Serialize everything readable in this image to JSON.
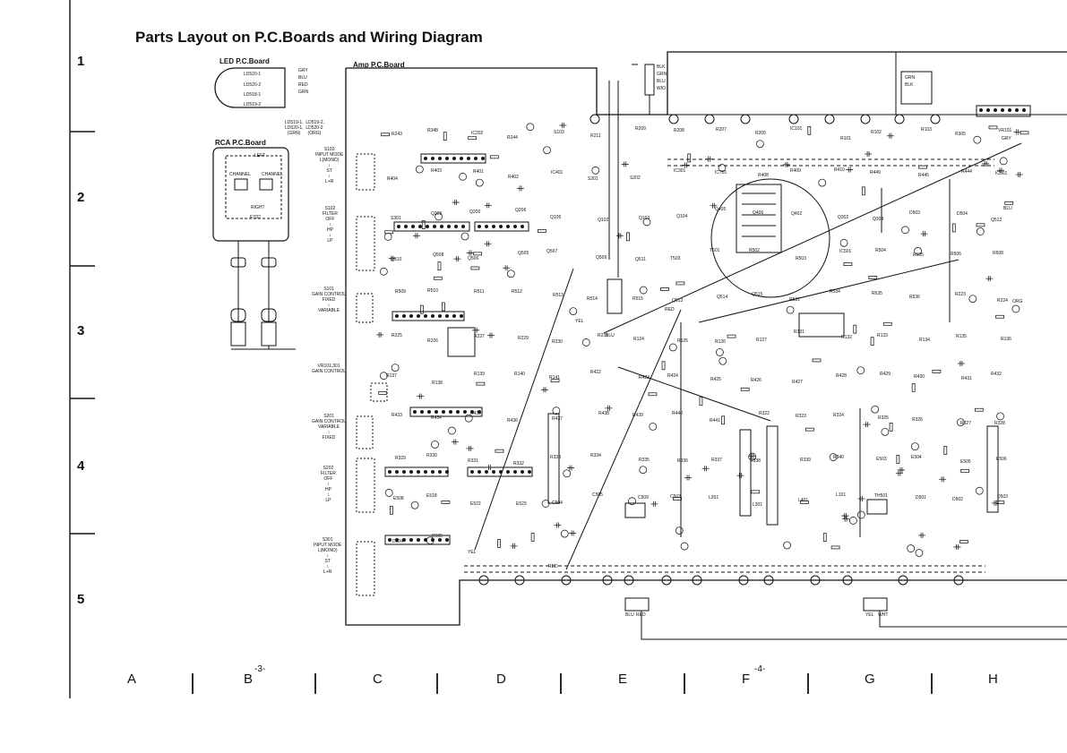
{
  "title": "Parts Layout on P.C.Boards and Wiring Diagram",
  "row_numbers": [
    "1",
    "2",
    "3",
    "4",
    "5"
  ],
  "column_letters": [
    "A",
    "B",
    "C",
    "D",
    "E",
    "F",
    "G",
    "H"
  ],
  "page_numbers": {
    "left": "-3-",
    "right": "-4-"
  },
  "boards": {
    "led": {
      "title": "LED  P.C.Board",
      "leds": [
        "LD520-1",
        "LD520-2",
        "LD518-1",
        "LD519-2"
      ],
      "wires": [
        "GRY",
        "BLU",
        "RED",
        "GRN"
      ]
    },
    "rca": {
      "title": "RCA  P.C.Board",
      "labels": {
        "left": "LEFT",
        "right": "RIGHT",
        "channel_a": "CHANNEL",
        "channel_b": "CHANNEL",
        "jack": "ET02"
      }
    },
    "amp": {
      "title": "Amp  P.C.Board"
    }
  },
  "switch_labels": {
    "led_legend": "LD519-1,  LD519-2,\nLD520-1,  LD520-2\n  (GRN)      (ORG)",
    "s103": "S103\nINPUT MODE\nL(MONO)\n↕\nST\n↕\nL+R",
    "s102": "S102\nFILTER\nOFF\n↕\nHP\n↕\nLP",
    "s101": "S101\nGAIN CONTROL\nFIXED\n↕\nVARIABLE",
    "vr": "VR101,301\nGAIN CONTROL",
    "s201": "S201\nGAIN CONTROL\nVARIABLE\n↕\nFIXED",
    "s202": "S202\nFILTER\nOFF\n↕\nHP\n↕\nLP",
    "s301": "S301\nINPUT MODE\nL(MONO)\n↕\nST\n↕\nL+R"
  },
  "wire_labels": [
    "BLK",
    "GRN",
    "BLU",
    "WIO",
    "YEL",
    "BLU",
    "RED",
    "YEL",
    "RED",
    "BLU",
    "ORG",
    "GRY",
    "GRN",
    "BLK",
    "YEL",
    "WHT",
    "BLU",
    "RED"
  ],
  "part_labels": [
    "R243",
    "R348",
    "IC202",
    "R244",
    "S103",
    "R211",
    "R209",
    "R208",
    "R207",
    "R205",
    "IC101",
    "R101",
    "R102",
    "R103",
    "R305",
    "VR101",
    "R404",
    "R403",
    "R401",
    "R402",
    "IC401",
    "S201",
    "S202",
    "IC301",
    "IC701",
    "R408",
    "R409",
    "R410",
    "R449",
    "R445",
    "R444",
    "IC501",
    "S301",
    "Q205",
    "Q200",
    "Q206",
    "Q105",
    "Q102",
    "Q103",
    "Q104",
    "Q405",
    "Q406",
    "Q402",
    "Q302",
    "Q303",
    "D503",
    "D504",
    "Q512",
    "Q510",
    "Q508",
    "Q506",
    "Q505",
    "Q507",
    "Q509",
    "Q511",
    "T503",
    "T501",
    "R502",
    "R503",
    "IC501",
    "R504",
    "R505",
    "R506",
    "R508",
    "R509",
    "R510",
    "R511",
    "R512",
    "R513",
    "R514",
    "R515",
    "Q513",
    "Q514",
    "Q515",
    "R531",
    "R534",
    "R535",
    "R536",
    "R223",
    "R224",
    "R225",
    "R226",
    "R227",
    "R229",
    "R230",
    "R231",
    "R124",
    "R125",
    "R126",
    "R127",
    "R131",
    "R132",
    "R133",
    "R134",
    "R135",
    "R136",
    "R137",
    "R138",
    "R139",
    "R140",
    "R141",
    "R422",
    "R423",
    "R424",
    "R425",
    "R426",
    "R427",
    "R428",
    "R429",
    "R430",
    "R431",
    "R432",
    "R433",
    "R434",
    "R435",
    "R436",
    "R437",
    "R438",
    "R439",
    "R440",
    "R441",
    "R322",
    "R323",
    "R324",
    "R325",
    "R326",
    "R327",
    "R328",
    "R329",
    "R330",
    "R331",
    "R332",
    "R333",
    "R334",
    "R335",
    "R336",
    "R337",
    "R338",
    "R339",
    "R340",
    "E503",
    "E504",
    "E505",
    "E506",
    "E508",
    "E518",
    "E522",
    "E523",
    "C504",
    "C505",
    "C509",
    "C503",
    "L201",
    "L301",
    "L401",
    "L101",
    "TH501",
    "D501",
    "D502",
    "D503",
    "D504",
    "D505"
  ]
}
